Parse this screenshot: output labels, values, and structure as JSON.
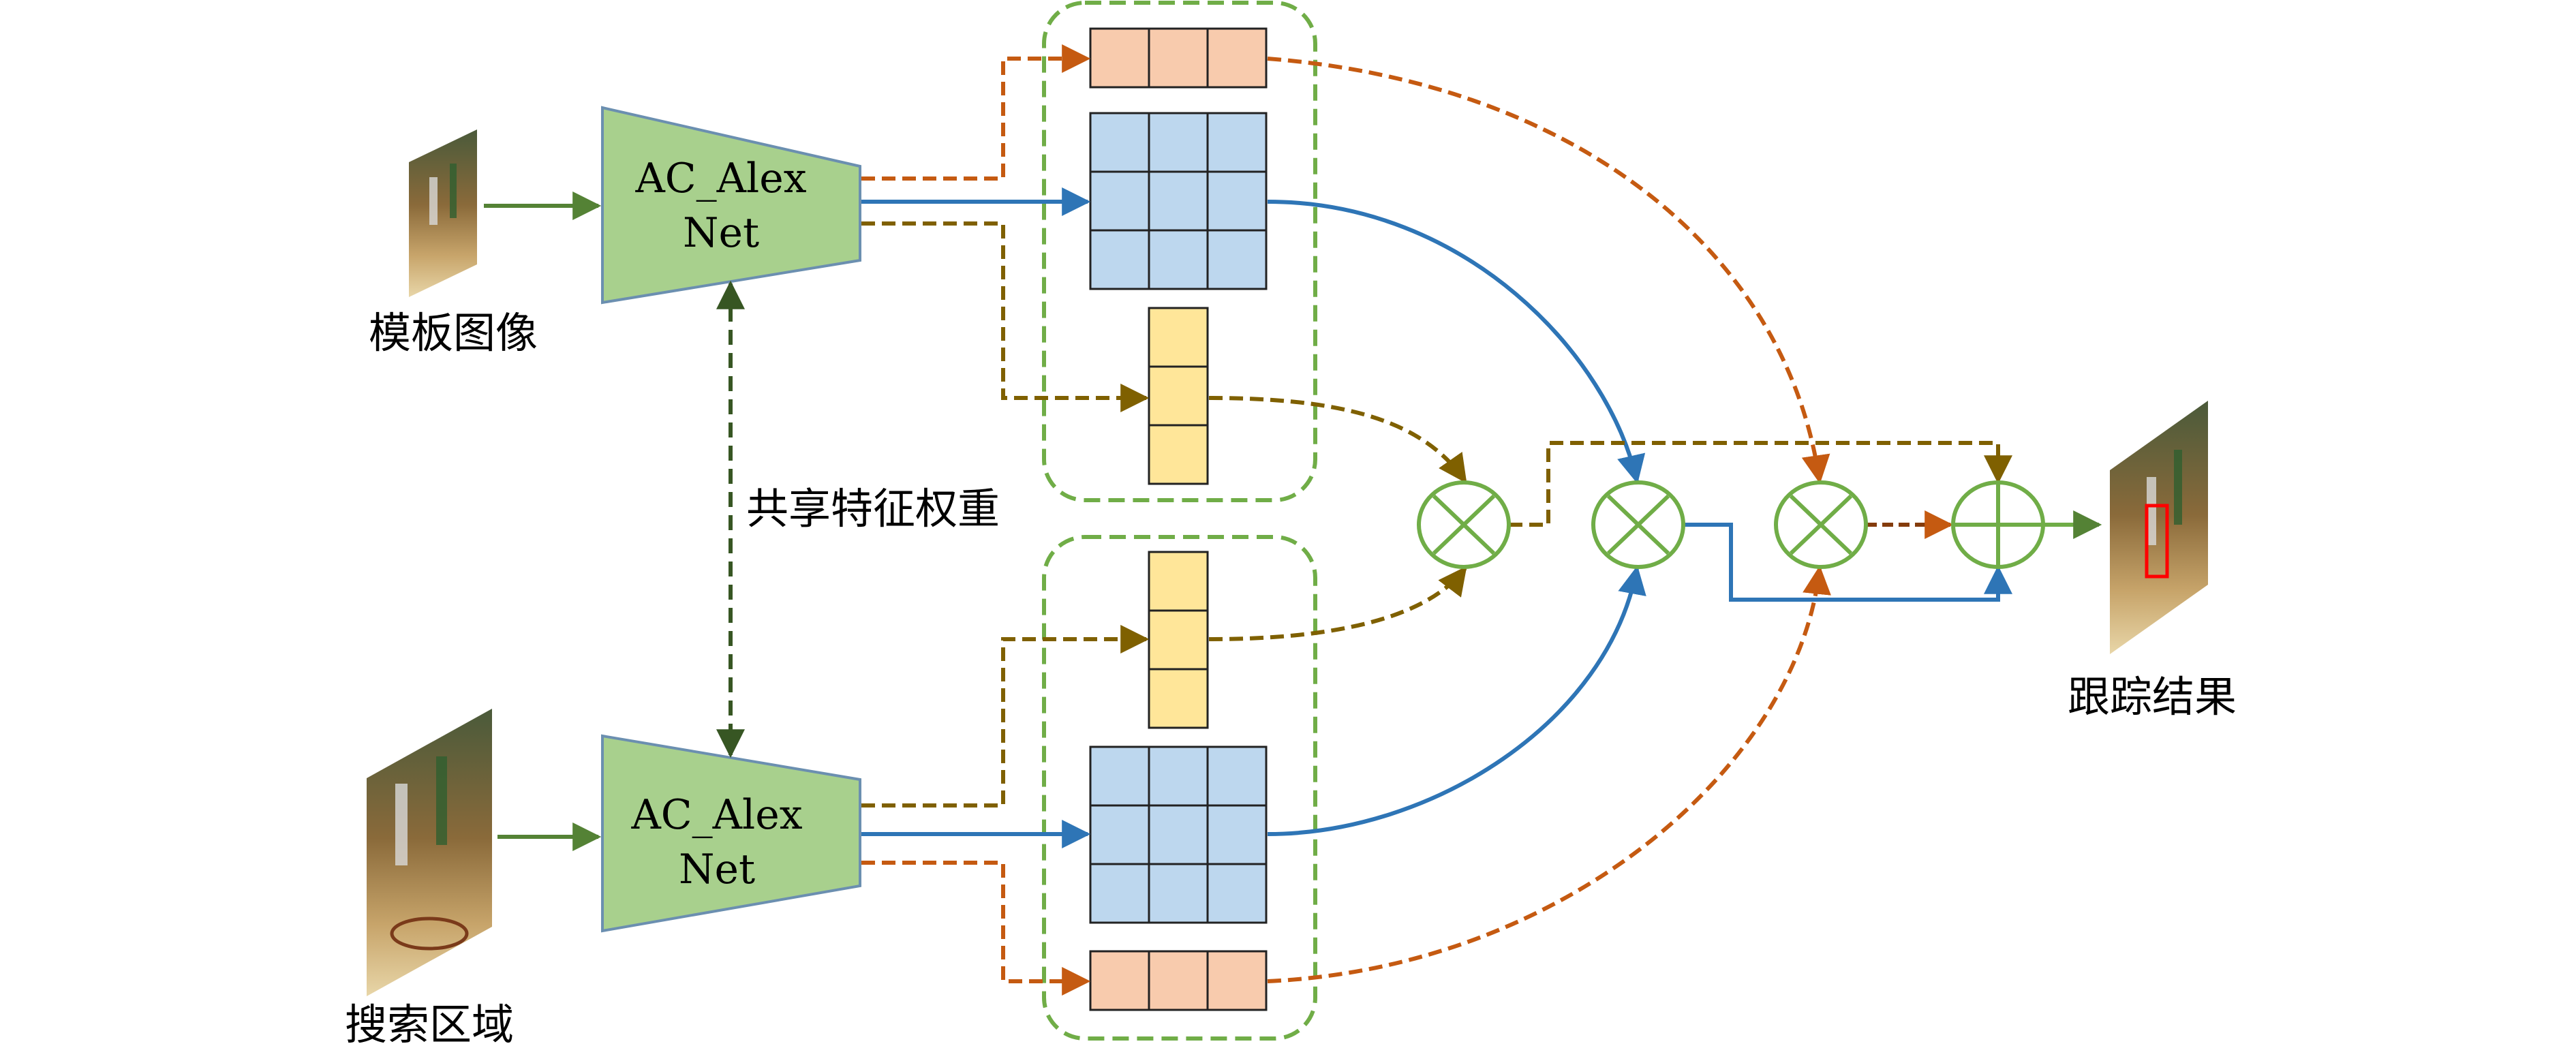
{
  "labels": {
    "template_image": "模板图像",
    "search_region": "搜索区域",
    "shared_weights": "共享特征权重",
    "tracking_result": "跟踪结果",
    "network_top_line1": "AC_Alex",
    "network_top_line2": "Net",
    "network_bottom_line1": "AC_Alex",
    "network_bottom_line2": "Net"
  },
  "colors": {
    "network_fill": "#a8d08d",
    "network_stroke": "#6b8fb0",
    "blue_cell": "#bdd7ee",
    "yellow_cell": "#ffe699",
    "orange_cell": "#f8cbad",
    "orange_line": "#c55a11",
    "olive_line": "#7f6000",
    "blue_line": "#2e75b6",
    "green_arrow": "#548235",
    "shared_arrow": "#375623",
    "group_border": "#70ad47",
    "operator_stroke": "#70ad47",
    "photo_court": "#8a6a3a",
    "photo_floor": "#e8d6a8",
    "photo_highlight": "#ff0000"
  },
  "operators": [
    "multiply-op",
    "multiply-op",
    "multiply-op",
    "add-op"
  ]
}
